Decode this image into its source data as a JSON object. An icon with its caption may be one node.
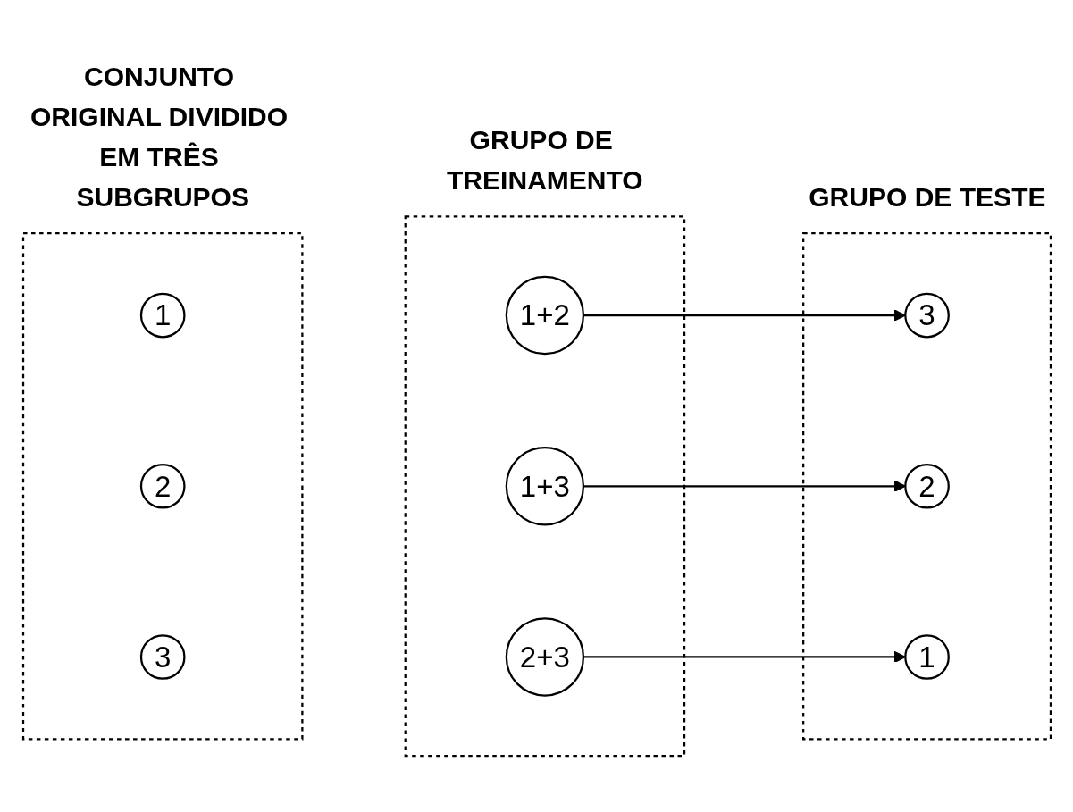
{
  "diagram": {
    "nodes": [
      {
        "text": [
          "CONJUNTO ORIGINAL DIVIDIDO EM TRÊS SUBGRUPOS"
        ]
      },
      {
        "text": [
          "1"
        ],
        "in": 0
      },
      {
        "text": [
          "2"
        ],
        "in": 0
      },
      {
        "text": [
          "3"
        ],
        "in": 0
      },
      {
        "text": [
          "GRUPO DE TREINAMENTO"
        ]
      },
      {
        "text": [
          "1+2"
        ],
        "in": 4
      },
      {
        "text": [
          "1+3"
        ],
        "in": 4
      },
      {
        "text": [
          "2+3"
        ],
        "in": 4
      },
      {
        "text": [
          "GRUPO DE TESTE"
        ]
      },
      {
        "text": [
          "3"
        ],
        "in": 8
      },
      {
        "text": [
          "2"
        ],
        "in": 8
      },
      {
        "text": [
          "1"
        ],
        "in": 8
      }
    ],
    "edges": [
      {
        "from": 5,
        "to": 9,
        "arrow": "to"
      },
      {
        "from": 6,
        "to": 10,
        "arrow": "to"
      },
      {
        "from": 7,
        "to": 11,
        "arrow": "to"
      }
    ]
  }
}
